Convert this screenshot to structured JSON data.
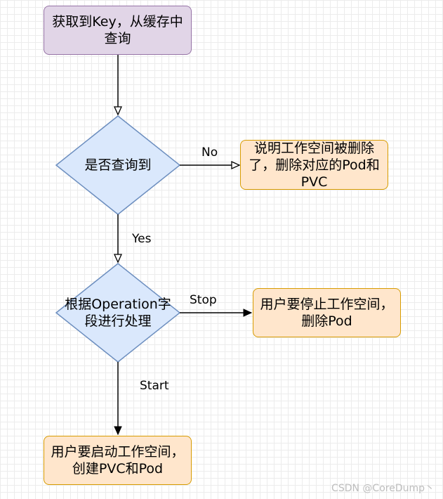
{
  "nodes": {
    "get_key": "获取到Key，从缓存中查询",
    "decision_found": "是否查询到",
    "deleted": "说明工作空间被删除了，删除对应的Pod和PVC",
    "decision_operation": "根据Operation字段进行处理",
    "stop_action": "用户要停止工作空间，删除Pod",
    "start_action": "用户要启动工作空间，创建PVC和Pod"
  },
  "edges": {
    "no": "No",
    "yes": "Yes",
    "stop": "Stop",
    "start": "Start"
  },
  "watermark": "CSDN @CoreDump丶",
  "colors": {
    "start_fill": "#e1d5e7",
    "start_stroke": "#9673a6",
    "decision_fill": "#dae8fc",
    "decision_stroke": "#6c8ebf",
    "process_fill": "#ffe6cc",
    "process_stroke": "#d79b00"
  }
}
